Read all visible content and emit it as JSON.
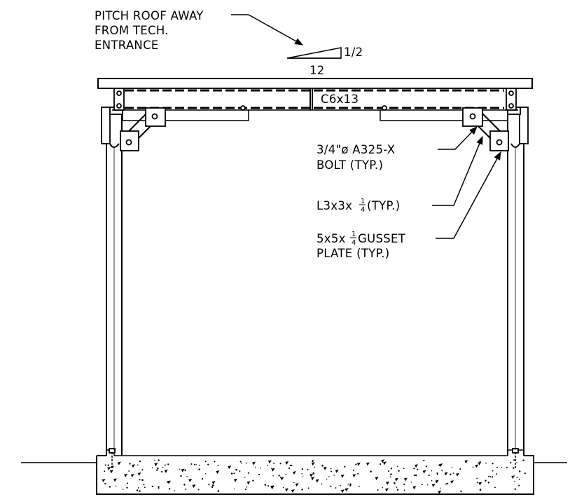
{
  "notes": {
    "pitch": [
      "PITCH ROOF AWAY",
      "FROM TECH.",
      "ENTRANCE"
    ],
    "slope_rise": "1/2",
    "slope_run": "12",
    "beam": "C6x13",
    "bolt": [
      "3/4\"ø A325-X",
      "BOLT (TYP.)"
    ],
    "angle_prefix": "L3x3x",
    "angle_suffix": " (TYP.)",
    "gusset_prefix": "5x5x",
    "gusset_suffix": " GUSSET",
    "gusset_line2": "PLATE (TYP.)",
    "frac_num": "1",
    "frac_den": "4"
  }
}
